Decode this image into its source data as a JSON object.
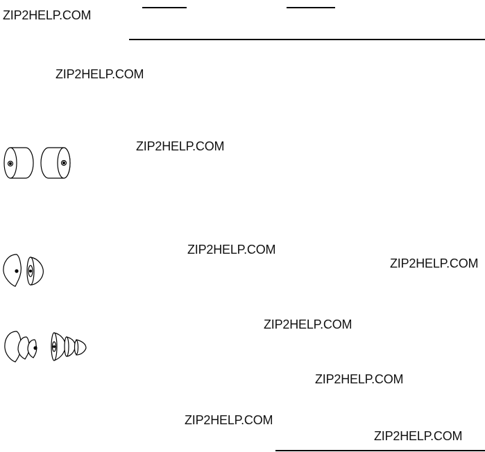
{
  "page": {
    "background": "#ffffff",
    "ink": "#000000"
  },
  "watermarks": [
    "ZIP2HELP.COM",
    "ZIP2HELP.COM",
    "ZIP2HELP.COM",
    "ZIP2HELP.COM",
    "ZIP2HELP.COM",
    "ZIP2HELP.COM",
    "ZIP2HELP.COM",
    "ZIP2HELP.COM",
    "ZIP2HELP.COM"
  ],
  "illustrations": {
    "foam_tips": "foam-eartip-icon",
    "single_flange_tips": "single-flange-eartip-icon",
    "multi_flange_tips": "multi-flange-eartip-icon"
  }
}
